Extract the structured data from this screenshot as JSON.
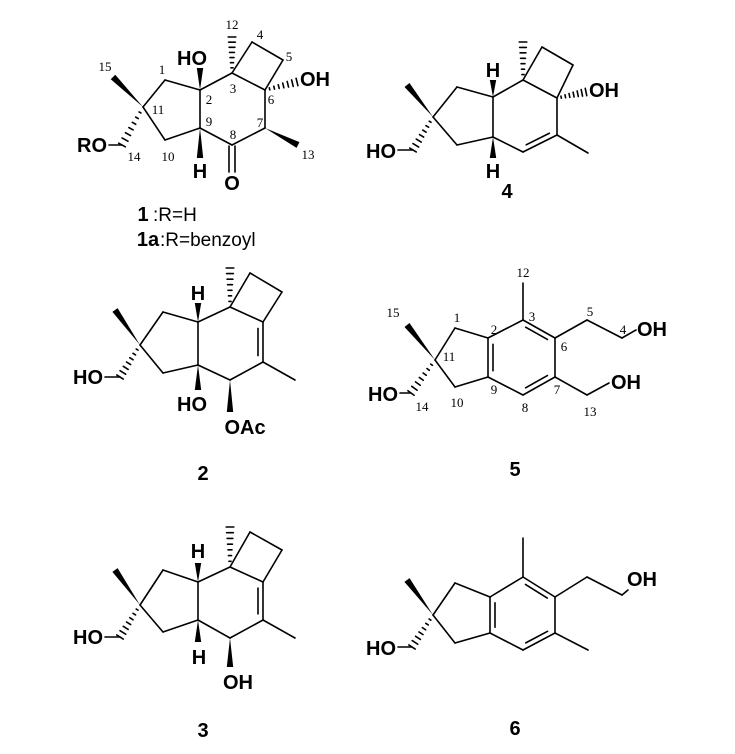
{
  "compound_1": {
    "number": "1",
    "r_variant_1": ":R=H",
    "number_1a": "1a",
    "r_variant_1a": ":R=benzoyl",
    "atoms": {
      "ho_top": "HO",
      "oh_right": "OH",
      "h_bottom": "H",
      "carbonyl_o": "O",
      "ro": "RO"
    },
    "locants": {
      "c15": "15",
      "c1": "1",
      "c2": "2",
      "c3": "3",
      "c4": "4",
      "c5": "5",
      "c6": "6",
      "c7": "7",
      "c8": "8",
      "c9": "9",
      "c10": "10",
      "c11": "11",
      "c14": "14",
      "c13": "13",
      "c12": "12"
    }
  },
  "compound_4": {
    "number": "4",
    "atoms": {
      "h_top": "H",
      "oh": "OH",
      "h_bottom": "H",
      "ho": "HO"
    }
  },
  "compound_2": {
    "number": "2",
    "atoms": {
      "h_top": "H",
      "ho_bottom": "HO",
      "oac": "OAc",
      "ho": "HO"
    }
  },
  "compound_5": {
    "number": "5",
    "atoms": {
      "oh_4": "OH",
      "oh_13": "OH",
      "ho": "HO"
    },
    "locants": {
      "c15": "15",
      "c1": "1",
      "c2": "2",
      "c3": "3",
      "c5": "5",
      "c4": "4",
      "c6": "6",
      "c11": "11",
      "c9": "9",
      "c7": "7",
      "c10": "10",
      "c8": "8",
      "c13": "13",
      "c14": "14",
      "c12": "12"
    }
  },
  "compound_3": {
    "number": "3",
    "atoms": {
      "h_top": "H",
      "h_bottom": "H",
      "oh": "OH",
      "ho": "HO"
    }
  },
  "compound_6": {
    "number": "6",
    "atoms": {
      "oh": "OH",
      "ho": "HO"
    }
  }
}
